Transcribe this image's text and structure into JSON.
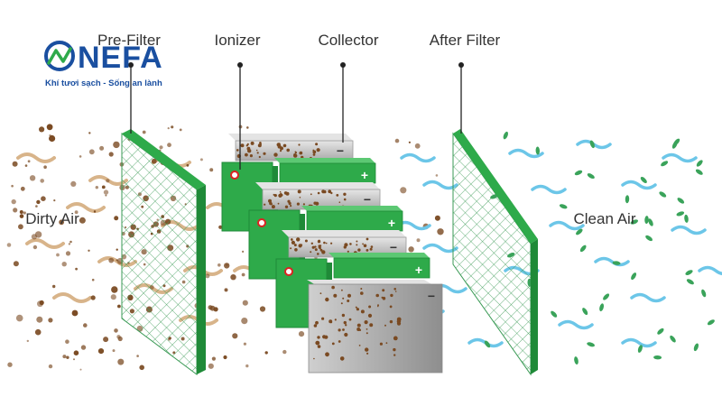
{
  "logo": {
    "brand": "NEFA",
    "tagline": "Khí tươi sạch - Sống an lành"
  },
  "stages": [
    {
      "label": "Pre-Filter"
    },
    {
      "label": "Ionizer"
    },
    {
      "label": "Collector"
    },
    {
      "label": "After Filter"
    }
  ],
  "sides": {
    "left": "Dirty Air",
    "right": "Clean Air"
  },
  "plate_signs": {
    "plus": "+",
    "minus": "−"
  },
  "colors": {
    "green": "#2eaa4a",
    "green_dark": "#1f8a38",
    "grid": "#3a9a55",
    "particle": "#7a4a22",
    "dirty_wisp": "#d8b48a",
    "clean_wisp": "#6cc6e8",
    "leaf": "#3aa35a",
    "plate_grey": "#b8b8b8",
    "logo_blue": "#1a4fa0"
  }
}
